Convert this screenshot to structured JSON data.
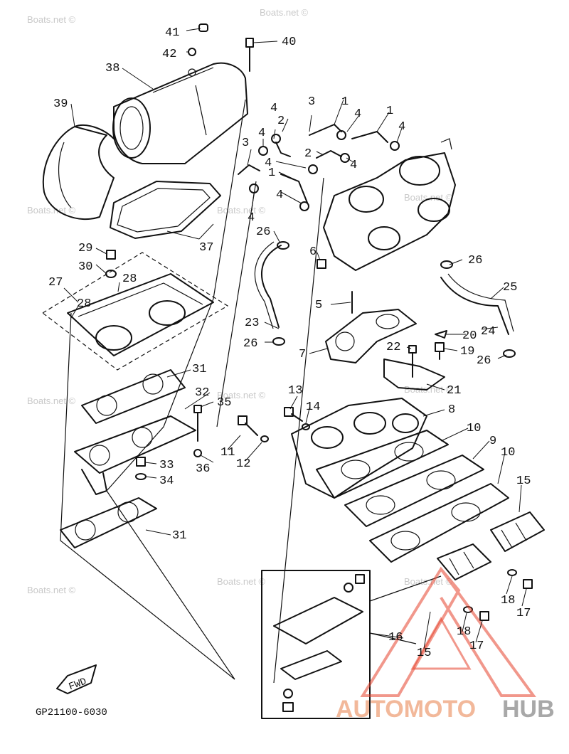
{
  "diagram_code": "GP21100-6030",
  "watermark": "Boats.net ©",
  "fwd_label": "FWD",
  "logo": {
    "part1": "AUTOMOTO",
    "part2": "HUB",
    "accent": "#e6412c"
  },
  "callouts": {
    "c41": "41",
    "c42": "42",
    "c40": "40",
    "c38": "38",
    "c39": "39",
    "c37": "37",
    "c29": "29",
    "c30": "30",
    "c28a": "28",
    "c27": "27",
    "c28b": "28",
    "c31a": "31",
    "c32": "32",
    "c35": "35",
    "c33": "33",
    "c34": "34",
    "c31b": "31",
    "c36": "36",
    "c11": "11",
    "c12": "12",
    "c13": "13",
    "c14": "14",
    "c3a": "3",
    "c1a": "1",
    "c2a": "2",
    "c4a": "4",
    "c4b": "4",
    "c1b": "1",
    "c4c": "4",
    "c3b": "3",
    "c4d": "4",
    "c2b": "2",
    "c4e": "4",
    "c4f": "4",
    "c1c": "1",
    "c4g": "4",
    "c4h": "4",
    "c26a": "26",
    "c6": "6",
    "c5": "5",
    "c23": "23",
    "c26b": "26",
    "c7": "7",
    "c26c": "26",
    "c25": "25",
    "c24": "24",
    "c20": "20",
    "c22": "22",
    "c19": "19",
    "c26d": "26",
    "c21": "21",
    "c8": "8",
    "c10a": "10",
    "c9": "9",
    "c10b": "10",
    "c15a": "15",
    "c18a": "18",
    "c17a": "17",
    "c16": "16",
    "c15b": "15",
    "c18b": "18",
    "c17b": "17"
  }
}
